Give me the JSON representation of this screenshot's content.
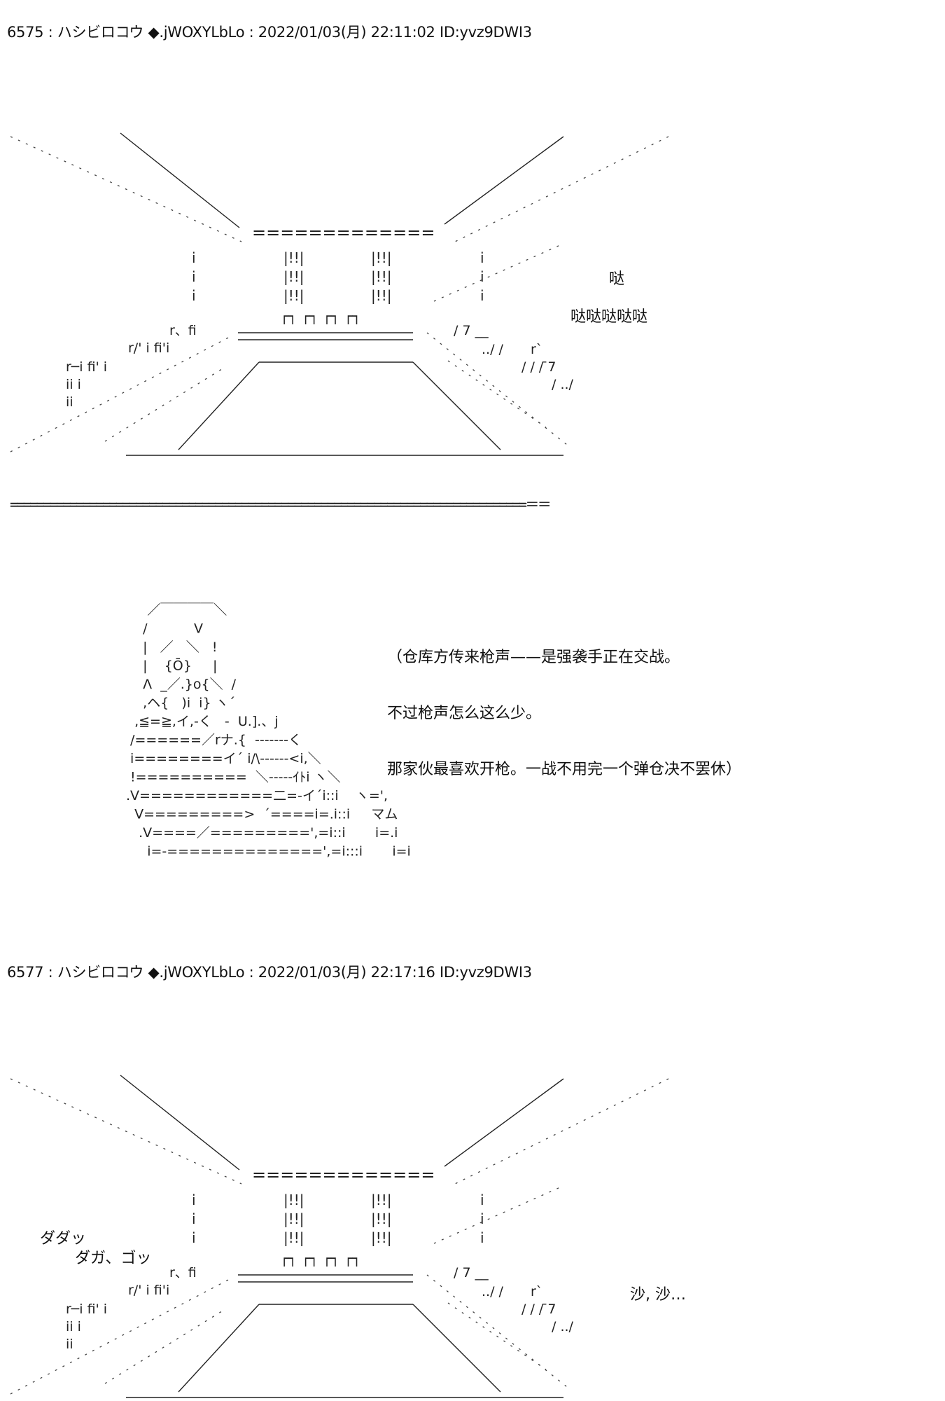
{
  "posts": [
    {
      "header": "6575 : ハシビロコウ ◆.jWOXYLbLo : 2022/01/03(月) 22:11:02 ID:yvz9DWI3"
    },
    {
      "header": "6577 : ハシビロコウ ◆.jWOXYLbLo : 2022/01/03(月) 22:17:16 ID:yvz9DWI3"
    }
  ],
  "separator": "==============================================================================＝＝",
  "scene": {
    "gate_top": "=============",
    "pillar": "|!!|",
    "post": "i",
    "blocks": "┌┐ ┌┐ ┌┐ ┌┐",
    "left_debris": [
      "r、fi",
      "r/' i fi'i",
      "r─i  fi' i",
      "ii  i",
      "ii"
    ],
    "right_debris": [
      "/ 7  __",
      "../ /",
      "r`",
      "/ /  /  ̄7",
      "/  ../"
    ]
  },
  "panel1": {
    "sfx_1": "哒",
    "sfx_2": "哒哒哒哒哒"
  },
  "dialogue": [
    "（仓库方传来枪声——是强袭手正在交战。",
    "不过枪声怎么这么少。",
    "那家伙最喜欢开枪。一战不用完一个弹仓决不罢休）"
  ],
  "figure_lines": [
    "     ／￣￣￣￣＼",
    "    /           V",
    "    |   ／   ＼   !",
    "    |    {Ō}     |",
    "    Λ  _／.}o{＼  /",
    "    ,ヘ{   )i  i} ヽ´",
    "  ,≦=≧,イ,-く   -  U.].、j",
    " /======／rナ.{  -------く",
    " i========イ´ i/\\------<i,＼",
    " !==========  ＼-----ｲﾄi ヽ＼",
    ".V============二=-イ´i::i    ヽ=',",
    "  V=========>  ´====i=.i::i     マム",
    "   .V====／=========',=i::i       i=.i",
    "     i=-==============',=i:::i       i=i"
  ],
  "panel3": {
    "sfx_left_1": "ダダッ",
    "sfx_left_2": "ダガ、ゴッ",
    "sfx_right": "沙, 沙…"
  }
}
